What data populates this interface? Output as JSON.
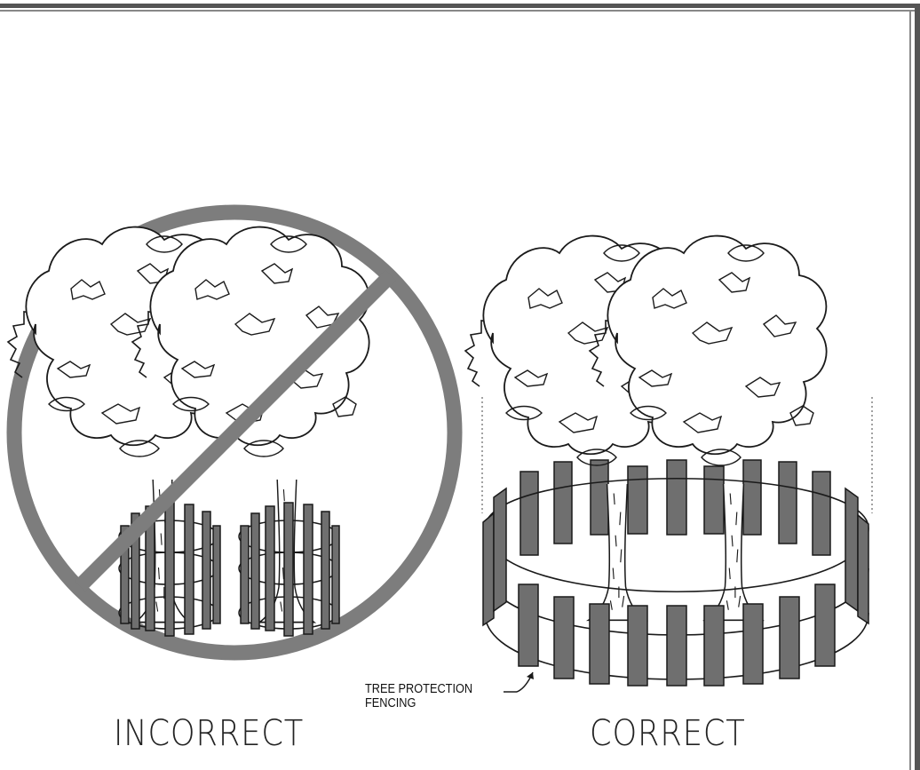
{
  "labels": {
    "incorrect": "INCORRECT",
    "correct": "CORRECT",
    "callout_line1": "TREE PROTECTION",
    "callout_line2": "FENCING"
  },
  "colors": {
    "border": "#444444",
    "prohibition": "#7d7d7d",
    "fence": "#6f6f6f",
    "ink": "#1a1a1a"
  },
  "icons": [
    "prohibition-icon",
    "tree-icon",
    "fence-icon"
  ]
}
